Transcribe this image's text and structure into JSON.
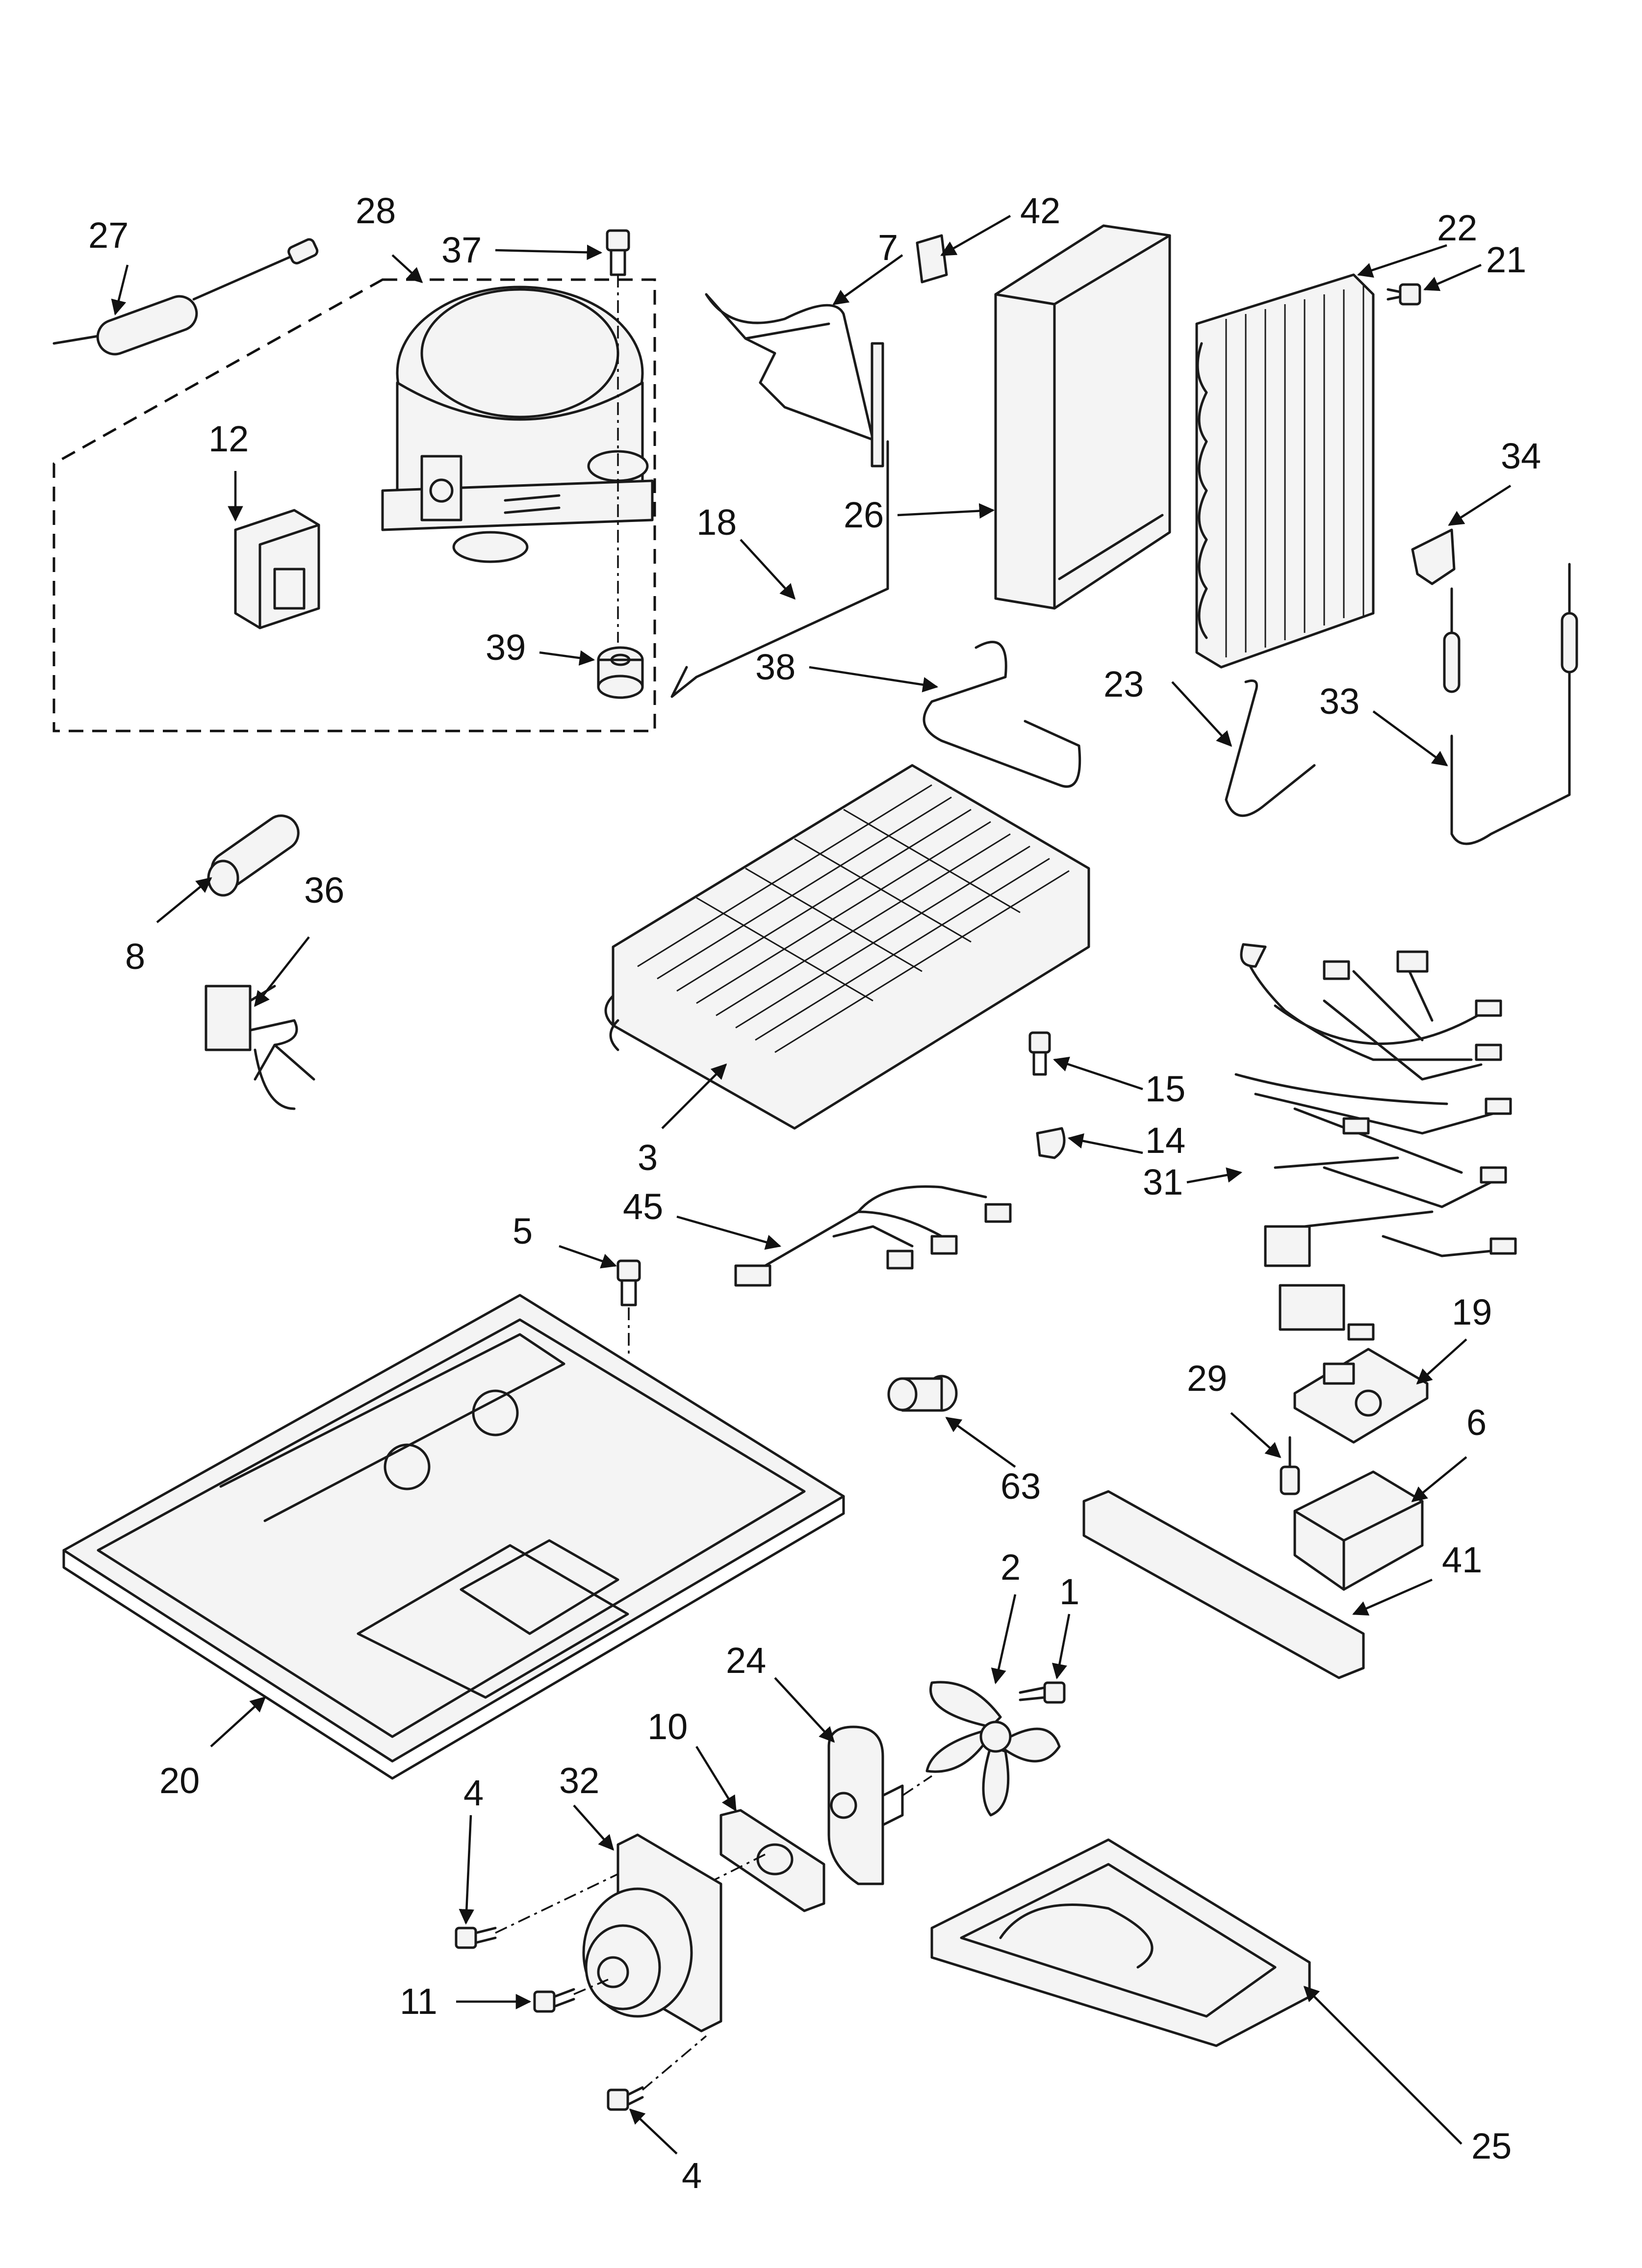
{
  "callouts": [
    {
      "id": "27",
      "text": "27"
    },
    {
      "id": "28",
      "text": "28"
    },
    {
      "id": "37",
      "text": "37"
    },
    {
      "id": "7",
      "text": "7"
    },
    {
      "id": "42",
      "text": "42"
    },
    {
      "id": "22",
      "text": "22"
    },
    {
      "id": "21",
      "text": "21"
    },
    {
      "id": "12",
      "text": "12"
    },
    {
      "id": "34",
      "text": "34"
    },
    {
      "id": "26",
      "text": "26"
    },
    {
      "id": "18",
      "text": "18"
    },
    {
      "id": "39",
      "text": "39"
    },
    {
      "id": "38",
      "text": "38"
    },
    {
      "id": "23",
      "text": "23"
    },
    {
      "id": "33",
      "text": "33"
    },
    {
      "id": "36",
      "text": "36"
    },
    {
      "id": "8",
      "text": "8"
    },
    {
      "id": "15",
      "text": "15"
    },
    {
      "id": "14",
      "text": "14"
    },
    {
      "id": "3",
      "text": "3"
    },
    {
      "id": "31",
      "text": "31"
    },
    {
      "id": "45",
      "text": "45"
    },
    {
      "id": "5",
      "text": "5"
    },
    {
      "id": "19",
      "text": "19"
    },
    {
      "id": "29",
      "text": "29"
    },
    {
      "id": "6",
      "text": "6"
    },
    {
      "id": "63",
      "text": "63"
    },
    {
      "id": "41",
      "text": "41"
    },
    {
      "id": "2",
      "text": "2"
    },
    {
      "id": "1",
      "text": "1"
    },
    {
      "id": "24",
      "text": "24"
    },
    {
      "id": "10",
      "text": "10"
    },
    {
      "id": "20",
      "text": "20"
    },
    {
      "id": "32",
      "text": "32"
    },
    {
      "id": "4a",
      "text": "4"
    },
    {
      "id": "11",
      "text": "11"
    },
    {
      "id": "4b",
      "text": "4"
    },
    {
      "id": "25",
      "text": "25"
    }
  ]
}
